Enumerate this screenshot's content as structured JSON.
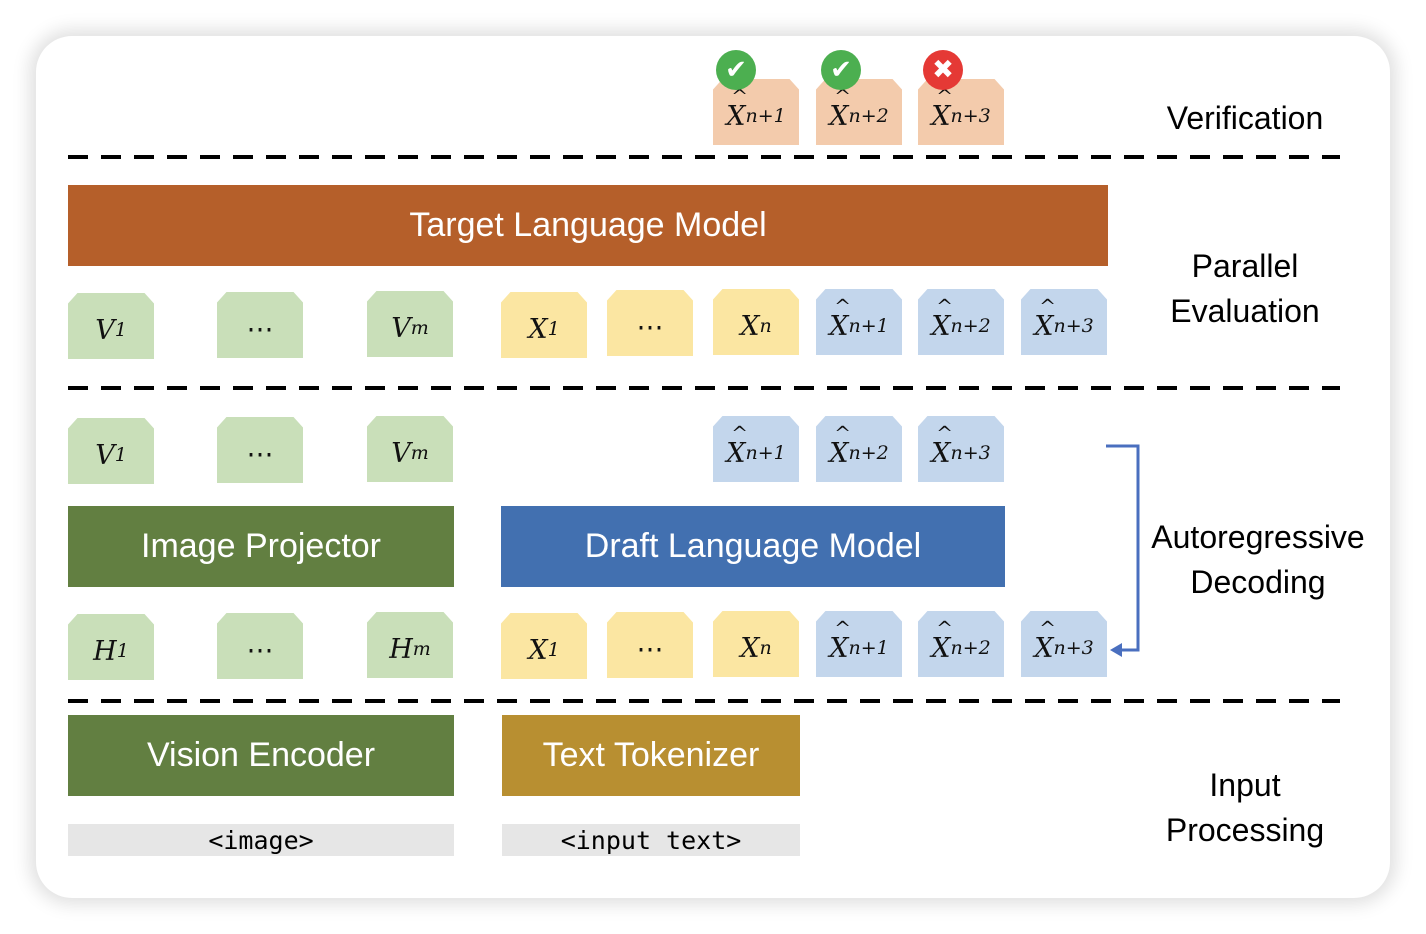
{
  "stages": {
    "verification": "Verification",
    "parallel_evaluation": [
      "Parallel",
      "Evaluation"
    ],
    "autoregressive_decoding": [
      "Autoregressive",
      "Decoding"
    ],
    "input_processing": [
      "Input",
      "Processing"
    ]
  },
  "blocks": {
    "target_lm": "Target Language Model",
    "image_projector": "Image Projector",
    "draft_lm": "Draft Language Model",
    "vision_encoder": "Vision Encoder",
    "text_tokenizer": "Text Tokenizer"
  },
  "inputs": {
    "image": "<image>",
    "text": "<input text>"
  },
  "tokens": {
    "v1": {
      "base": "V",
      "sub": "1"
    },
    "vm": {
      "base": "V",
      "sub": "m"
    },
    "h1": {
      "base": "H",
      "sub": "1"
    },
    "hm": {
      "base": "H",
      "sub": "m"
    },
    "x1": {
      "base": "X",
      "sub": "1"
    },
    "xn": {
      "base": "X",
      "sub": "n"
    },
    "ellipsis": "⋯",
    "d1": {
      "base": "X",
      "sub": "n+1"
    },
    "d2": {
      "base": "X",
      "sub": "n+2"
    },
    "d3": {
      "base": "X",
      "sub": "n+3"
    }
  },
  "verification_results": [
    {
      "token": "n+1",
      "status": "accepted",
      "icon": "check-icon"
    },
    {
      "token": "n+2",
      "status": "accepted",
      "icon": "check-icon"
    },
    {
      "token": "n+3",
      "status": "rejected",
      "icon": "cross-icon"
    }
  ],
  "colors": {
    "target_lm": "#b55f2a",
    "image_projector": "#627f41",
    "draft_lm": "#4270b0",
    "vision_encoder": "#627f41",
    "text_tokenizer": "#b88f31",
    "vision_token": "#c9dfb9",
    "text_token": "#fbe6a2",
    "draft_token": "#c3d6ec",
    "verify_token": "#f3cbac",
    "accept": "#4caf50",
    "reject": "#e53935",
    "arrow": "#4a6fbf"
  },
  "symbols": {
    "check": "✔",
    "cross": "✖"
  }
}
